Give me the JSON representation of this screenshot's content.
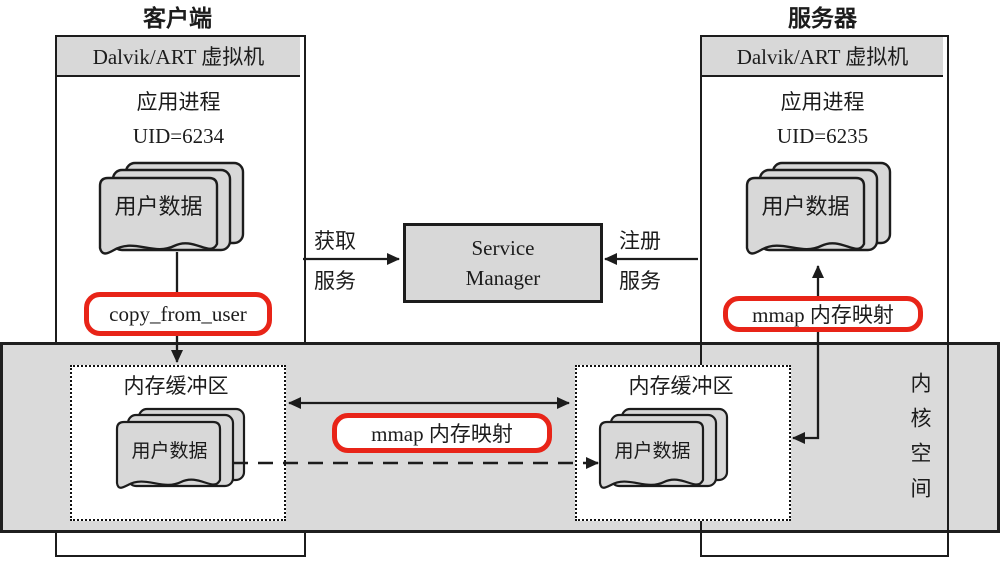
{
  "titles": {
    "client": "客户端",
    "server": "服务器"
  },
  "client": {
    "vm_header": "Dalvik/ART 虚拟机",
    "process_label": "应用进程",
    "uid": "UID=6234",
    "doc_label": "用户数据",
    "syscall_badge": "copy_from_user"
  },
  "server": {
    "vm_header": "Dalvik/ART 虚拟机",
    "process_label": "应用进程",
    "uid": "UID=6235",
    "doc_label": "用户数据",
    "mmap_badge": "mmap 内存映射"
  },
  "service_manager": {
    "line1": "Service",
    "line2": "Manager"
  },
  "arrow_labels": {
    "get_top": "获取",
    "get_bottom": "服务",
    "register_top": "注册",
    "register_bottom": "服务",
    "mmap_center_badge": "mmap 内存映射"
  },
  "kernel": {
    "space_label": "内核空间",
    "left_buffer_title": "内存缓冲区",
    "left_doc_label": "用户数据",
    "right_buffer_title": "内存缓冲区",
    "right_doc_label": "用户数据"
  },
  "colors": {
    "gray_fill": "#d8d8d8",
    "band_fill": "#dadada",
    "line": "#1c1c1c",
    "highlight_red": "#e82418"
  }
}
